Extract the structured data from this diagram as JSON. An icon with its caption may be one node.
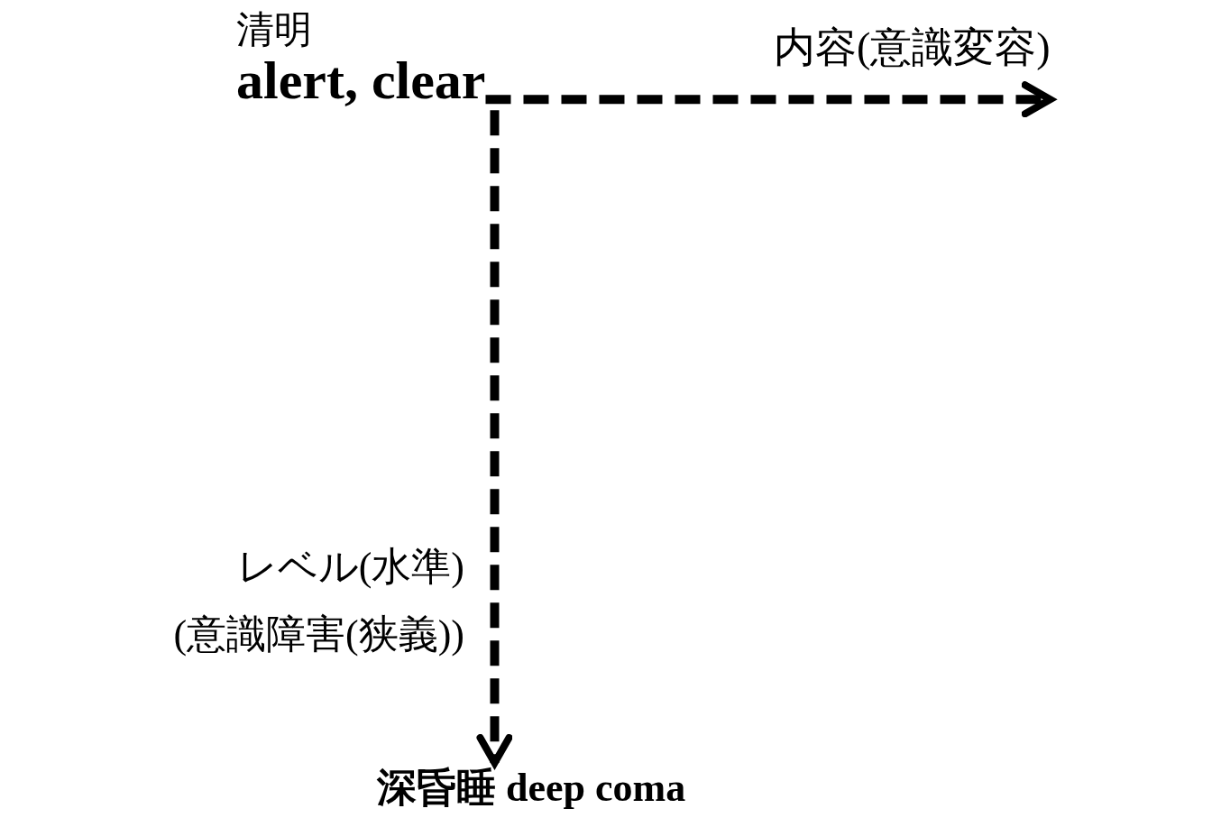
{
  "diagram": {
    "nodes": [
      {
        "text": [
          "清明",
          "alert, clear"
        ]
      },
      {
        "text": [
          "内容(意識変容)"
        ]
      },
      {
        "text": [
          "深昏睡 deep coma"
        ]
      }
    ],
    "edges": [
      {
        "from": 0,
        "to": 1,
        "arrow": "to",
        "style": "dashed"
      },
      {
        "from": 0,
        "to": 2,
        "arrow": "to",
        "style": "dashed"
      }
    ],
    "labels": [
      "レベル(水準)",
      "(意識障害(狭義))"
    ]
  }
}
